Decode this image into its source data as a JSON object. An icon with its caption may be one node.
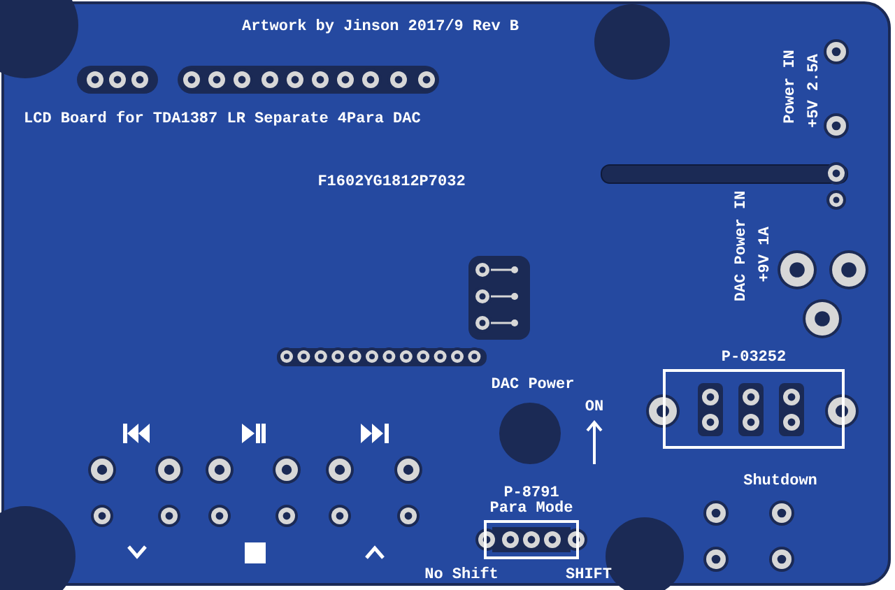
{
  "diagram": {
    "nodes": [
      {
        "text": [
          "P-03252"
        ]
      },
      {
        "text": [
          "P-8791",
          "Para Mode"
        ]
      }
    ],
    "labels": [
      "Artwork by Jinson 2017/9 Rev B",
      "LCD Board for TDA1387 LR Separate 4Para DAC",
      "Power IN",
      "+5V 2.5A",
      "F1602YG1812P7032",
      "DAC Power IN",
      "+9V 1A",
      "DAC Power",
      "ON",
      "Shutdown",
      "No Shift",
      "SHIFT"
    ]
  }
}
